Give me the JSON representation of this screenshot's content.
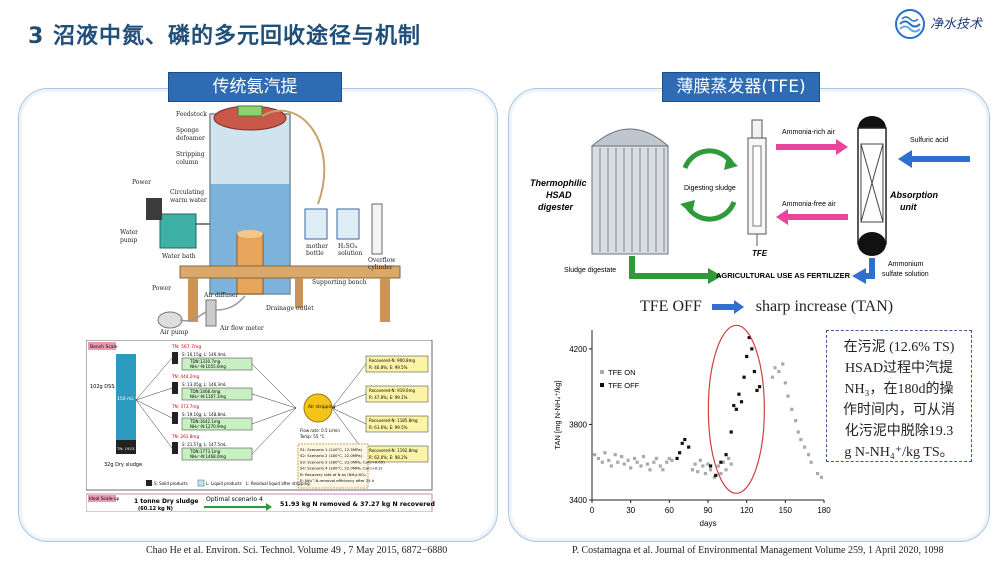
{
  "title": "3 沼液中氮、磷的多元回收途径与机制",
  "logo": {
    "text": "净水技术",
    "icon": "water-wave-logo"
  },
  "left_panel": {
    "heading": "传统氨汽提",
    "apparatus_labels": {
      "feedstock": "Feedstock",
      "sponge": "Sponge",
      "defoamer": "defoamer",
      "stripping": "Stripping",
      "column": "column",
      "power1": "Power",
      "circulating": "Circulating",
      "warm_water": "warm water",
      "water": "Water",
      "pump": "pump",
      "water_bath": "Water bath",
      "mother": "mother",
      "bottle": "bottle",
      "h2so4": "H₂SO₄",
      "solution": "solution",
      "overflow": "Overflow",
      "cylinder": "cylinder",
      "supporting_bench": "Supporting bench",
      "power2": "Power",
      "air_diffuser": "Air diffuser",
      "drainage_outlet": "Drainage outlet",
      "air_pump": "Air pump",
      "air_flow_meter": "Air flow meter"
    },
    "flow": {
      "bench_scale": "Bench Scale",
      "tn_top": "TN: 567.7mg",
      "rows": [
        {
          "s": "S: 16.15g; L: 146.4mL",
          "tdn": "TDN:1310.7mg",
          "nh4": "NH₄⁺-N:1055.6mg",
          "rec": "Recovered-N: 900.8mg",
          "re": "R: 46.8%; E: 99.5%"
        },
        {
          "s": "S: 13.05g; L: 146.3mL",
          "tdn": "TDN:1468.4mg",
          "nh4": "NH₄⁺-N:1167.1mg",
          "rec": "Recovered-N: 919.6mg",
          "re": "R: 47.8%; E: 99.1%"
        },
        {
          "s": "S: 19.16g; L: 148.8mL",
          "tdn": "TDN:1642.1mg",
          "nh4": "NH₄⁺-N:1270.9mg",
          "rec": "Recovered-N: 1185.8mg",
          "re": "R: 61.6%; E: 99.5%"
        },
        {
          "s": "S: 21.57g; L: 147.5mL",
          "tdn": "TDN:1773.1mg",
          "nh4": "NH₄⁺-N:1468.0mg",
          "rec": "Recovered-N: 1192.8mg",
          "re": "R: 62.0%; E: 98.2%"
        }
      ],
      "tn_vals": [
        "TN: 444.2mg",
        "TN: 373.7mg",
        "TN: 261.8mg"
      ],
      "dss": "102g DSS",
      "water_box": "150 mL Water",
      "tn_box": "TN: 1923.7mg",
      "dry_sludge": "32g Dry sludge",
      "air_stripping": "Air stripping",
      "flow_rate": "Flow rate: 0.5 L/min",
      "temp": "Temp: 55 °C",
      "legend_s": "S: Solid products",
      "legend_l": "L: Liquid products",
      "legend_residual": "L: Residual liquid after stripping",
      "scenarios": [
        "S1: Scenario 1 (140°C, 12.5MPa)",
        "S2: Scenario 2 (180°C, 22.0MPa)",
        "S3: Scenario 3 (180°C, 22.0MPa, CaCl+0.05)",
        "S4: Scenario 4 (180°C, 22.0MPa, CaCl+0.2)",
        "R: Recovery rate of N as (NH₄)₂SO₄",
        "E: NH₄⁺-N removal efficiency after 24 h"
      ],
      "ideal_scaleup": "Ideal Scale-up",
      "tonne": "1 tonne Dry sludge",
      "tonne_n": "(60.12 kg N)",
      "optimal": "Optimal scenario 4",
      "result": "51.93 kg N removed & 37.27 kg N recovered"
    },
    "citation": "Chao He et al. Environ.  Sci. Technol. Volume 49 , 7 May 2015, 6872−6880"
  },
  "right_panel": {
    "heading": "薄膜蒸发器(TFE)",
    "diagram": {
      "thermophilic": "Thermophilic",
      "hsad": "HSAD",
      "digester": "digester",
      "digesting_sludge": "Digesting sludge",
      "tfe": "TFE",
      "ammonia_rich": "Ammonia-rich air",
      "ammonia_free": "Ammonia-free air",
      "sulfuric_acid": "Sulfuric acid",
      "absorption": "Absorption",
      "unit": "unit",
      "sludge_digestate": "Sludge digestate",
      "agricultural": "AGRICULTURAL USE AS FERTILIZER",
      "ammonium": "Ammonium",
      "sulfate_solution": "sulfate solution"
    },
    "tfe_off": "TFE OFF",
    "sharp_increase": "sharp increase (TAN)",
    "note_lines": [
      "在污泥 (12.6% TS)",
      "HSAD过程中汽提",
      "NH₃，在180d的操",
      "作时间内，可从消",
      "化污泥中脱除19.3",
      "g N-NH₄⁺/kg TS。"
    ],
    "citation": "P. Costamagna et al. Journal of Environmental Management Volume 259, 1 April 2020, 1098"
  },
  "chart_data": {
    "type": "scatter",
    "xlabel": "days",
    "ylabel": "TAN [mg N-NH₄⁺/kg]",
    "xlim": [
      0,
      180
    ],
    "ylim": [
      3400,
      4300
    ],
    "xticks": [
      0,
      30,
      60,
      90,
      120,
      150,
      180
    ],
    "yticks": [
      3400,
      3800,
      4200
    ],
    "legend_placement": "top-left",
    "series": [
      {
        "name": "TFE ON",
        "color": "#a9a9a9",
        "x": [
          2,
          5,
          8,
          10,
          13,
          15,
          18,
          20,
          23,
          25,
          28,
          30,
          33,
          35,
          38,
          40,
          43,
          45,
          48,
          50,
          53,
          55,
          58,
          60,
          62,
          78,
          80,
          82,
          84,
          86,
          88,
          90,
          92,
          95,
          98,
          100,
          102,
          104,
          106,
          108,
          140,
          142,
          145,
          148,
          150,
          152,
          155,
          158,
          160,
          162,
          165,
          168,
          170,
          175,
          178
        ],
        "y": [
          3640,
          3620,
          3600,
          3650,
          3610,
          3580,
          3640,
          3600,
          3630,
          3590,
          3610,
          3570,
          3620,
          3600,
          3580,
          3630,
          3590,
          3560,
          3600,
          3620,
          3580,
          3560,
          3600,
          3620,
          3610,
          3560,
          3590,
          3550,
          3610,
          3580,
          3540,
          3590,
          3560,
          3520,
          3580,
          3540,
          3600,
          3560,
          3620,
          3590,
          4050,
          4100,
          4080,
          4120,
          4020,
          3950,
          3880,
          3820,
          3760,
          3720,
          3680,
          3640,
          3600,
          3540,
          3520
        ]
      },
      {
        "name": "TFE OFF",
        "color": "#111111",
        "x": [
          66,
          68,
          70,
          72,
          75,
          92,
          96,
          100,
          104,
          108,
          110,
          112,
          114,
          116,
          118,
          120,
          122,
          124,
          126,
          128,
          130
        ],
        "y": [
          3620,
          3650,
          3700,
          3720,
          3680,
          3580,
          3530,
          3600,
          3640,
          3760,
          3900,
          3880,
          3960,
          3920,
          4050,
          4160,
          4260,
          4200,
          4080,
          3980,
          4000
        ]
      }
    ]
  },
  "colors": {
    "accent": "#2e6bb3",
    "title": "#1f4e79",
    "green_arrow": "#2e9a3a",
    "blue_arrow": "#2f6fd0",
    "ellipse": "#d04040"
  }
}
